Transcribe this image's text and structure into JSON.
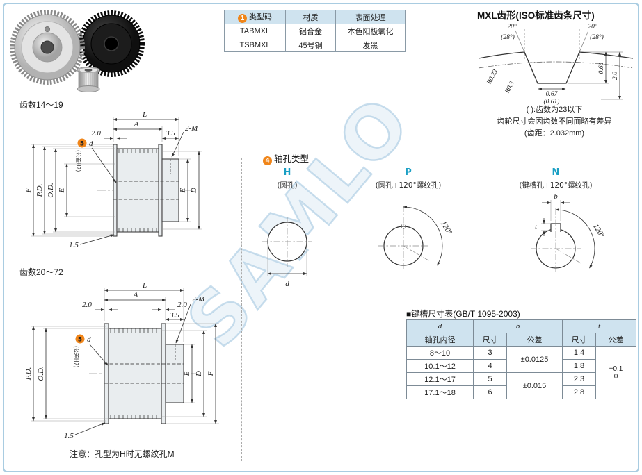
{
  "watermark": "SAMLO",
  "type_table": {
    "badge": "1",
    "headers": [
      "类型码",
      "材质",
      "表面处理"
    ],
    "rows": [
      {
        "code": "TABMXL",
        "material": "铝合金",
        "finish": "本色阳极氧化"
      },
      {
        "code": "TSBMXL",
        "material": "45号钢",
        "finish": "发黑"
      }
    ]
  },
  "tooth_profile": {
    "title": "MXL齿形(ISO标准齿条尺寸)",
    "labels": {
      "angle_outer": "20°",
      "angle_inner": "(28°)",
      "r_small": "R0.23",
      "r_large": "R0.3",
      "gap_top": "0.67",
      "gap_alt": "(0.61)",
      "tooth_depth": "0.64",
      "belt_height": "2.0"
    },
    "notes": [
      "( ):齿数为23以下",
      "齿轮尺寸会因齿数不同而略有差异",
      "(齿距：2.032mm)"
    ]
  },
  "drawing_small": {
    "section_label": "齿数14～19",
    "badge": "5",
    "labels": {
      "L": "L",
      "A": "A",
      "flange_width": "2.0",
      "hub_width": "3.5",
      "screw": "2-M",
      "bore": "d",
      "tolerance": "(公差H7)",
      "F": "F",
      "PD": "P.D.",
      "OD": "O.D.",
      "E_left": "E",
      "E_right": "E",
      "D": "D",
      "chamfer": "1.5"
    }
  },
  "drawing_large": {
    "section_label": "齿数20～72",
    "badge": "5",
    "labels": {
      "L": "L",
      "A": "A",
      "flange_width_left": "2.0",
      "flange_width_right": "2.0",
      "hub_width": "3.5",
      "screw": "2-M",
      "bore": "d",
      "tolerance": "(公差H7)",
      "PD": "P.D.",
      "OD": "O.D.",
      "E": "E",
      "D": "D",
      "F": "F",
      "chamfer": "1.5"
    },
    "note": "注意：孔型为H时无螺纹孔M"
  },
  "shaft_holes": {
    "badge": "4",
    "title": "轴孔类型",
    "types": [
      {
        "code": "H",
        "desc": "(圆孔)",
        "dim_d": "d"
      },
      {
        "code": "P",
        "desc": "(圆孔+120°螺纹孔)",
        "angle": "120°"
      },
      {
        "code": "N",
        "desc": "(键槽孔+120°螺纹孔)",
        "angle": "120°",
        "dim_b": "b",
        "dim_t": "t"
      }
    ]
  },
  "keyway_table": {
    "title": "■键槽尺寸表(GB/T 1095-2003)",
    "header": {
      "d": "d",
      "b": "b",
      "t": "t",
      "bore": "轴孔内径",
      "size": "尺寸",
      "tolerance": "公差"
    },
    "rows": [
      {
        "range": "8～10",
        "b": "3",
        "t": "1.4"
      },
      {
        "range": "10.1～12",
        "b": "4",
        "t": "1.8"
      },
      {
        "range": "12.1～17",
        "b": "5",
        "t": "2.3"
      },
      {
        "range": "17.1～18",
        "b": "6",
        "t": "2.8"
      }
    ],
    "b_tolerance_rows12": "±0.0125",
    "b_tolerance_rows34": "±0.015",
    "t_tolerance_plus": "+0.1",
    "t_tolerance_zero": "0"
  }
}
